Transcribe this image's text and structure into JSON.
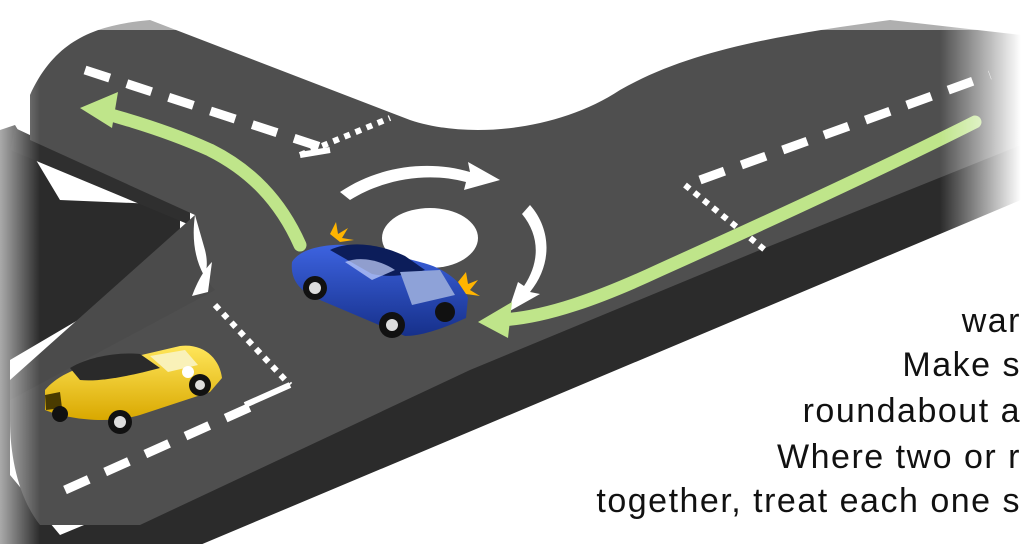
{
  "caption": {
    "lines": [
      "war",
      "Make s",
      "roundabout a",
      "Where two or r",
      "together, treat each one s"
    ]
  },
  "colors": {
    "road": "#4f4f4f",
    "road_side": "#2b2b2b",
    "marking": "#ffffff",
    "path_arrow": "#bfe58a",
    "roundabout_arrow": "#ffffff",
    "blue_car": "#1f3fb0",
    "yellow_car": "#f2cf1a",
    "indicator": "#ffb400"
  },
  "icons": [
    "mini-roundabout",
    "blue-car-icon",
    "yellow-car-icon",
    "indicator-flash-icon",
    "direction-arrow-icon"
  ]
}
